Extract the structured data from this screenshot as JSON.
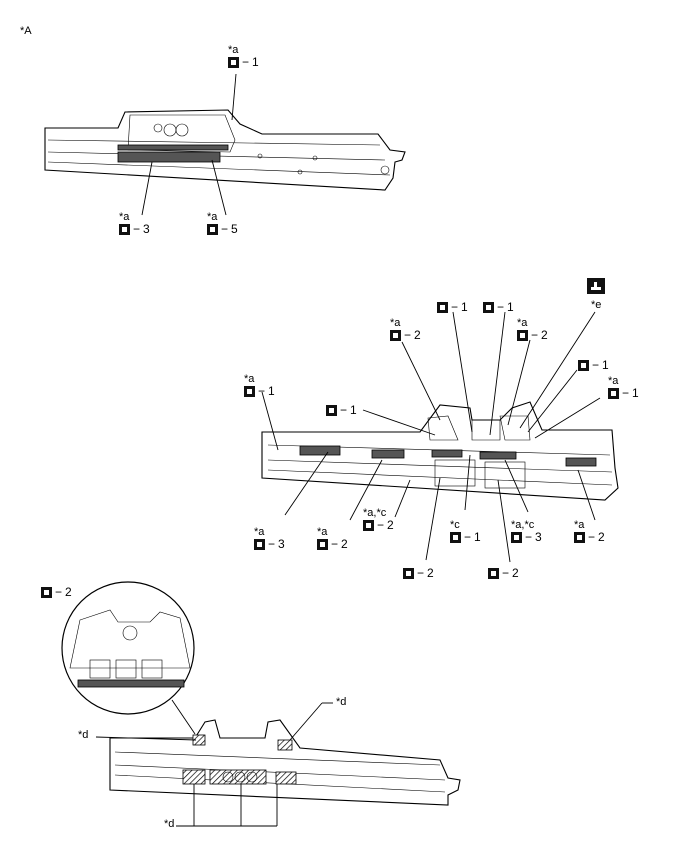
{
  "figure_label": "*A",
  "icon_names": {
    "weld_symbol": "spot-weld-square-icon",
    "sealer_symbol": "sealer-gun-icon"
  },
  "view1": {
    "callouts": [
      {
        "note": "*a",
        "value": "1"
      },
      {
        "note": "*a",
        "value": "3"
      },
      {
        "note": "*a",
        "value": "5"
      }
    ]
  },
  "view2": {
    "sealer_note": "*e",
    "callouts": [
      {
        "note": "",
        "value": "1"
      },
      {
        "note": "",
        "value": "1"
      },
      {
        "note": "*a",
        "value": "2"
      },
      {
        "note": "*a",
        "value": "2"
      },
      {
        "note": "",
        "value": "1"
      },
      {
        "note": "*a",
        "value": "1"
      },
      {
        "note": "*a",
        "value": "1"
      },
      {
        "note": "",
        "value": "1"
      },
      {
        "note": "*a",
        "value": "3"
      },
      {
        "note": "*a",
        "value": "2"
      },
      {
        "note": "*a,*c",
        "value": "2"
      },
      {
        "note": "*c",
        "value": "1"
      },
      {
        "note": "*a,*c",
        "value": "3"
      },
      {
        "note": "*a",
        "value": "2"
      },
      {
        "note": "",
        "value": "2"
      },
      {
        "note": "",
        "value": "2"
      }
    ]
  },
  "view3": {
    "callout_inset": {
      "note": "",
      "value": "2"
    },
    "labels": [
      "*d",
      "*d",
      "*d"
    ]
  },
  "dash": "−"
}
